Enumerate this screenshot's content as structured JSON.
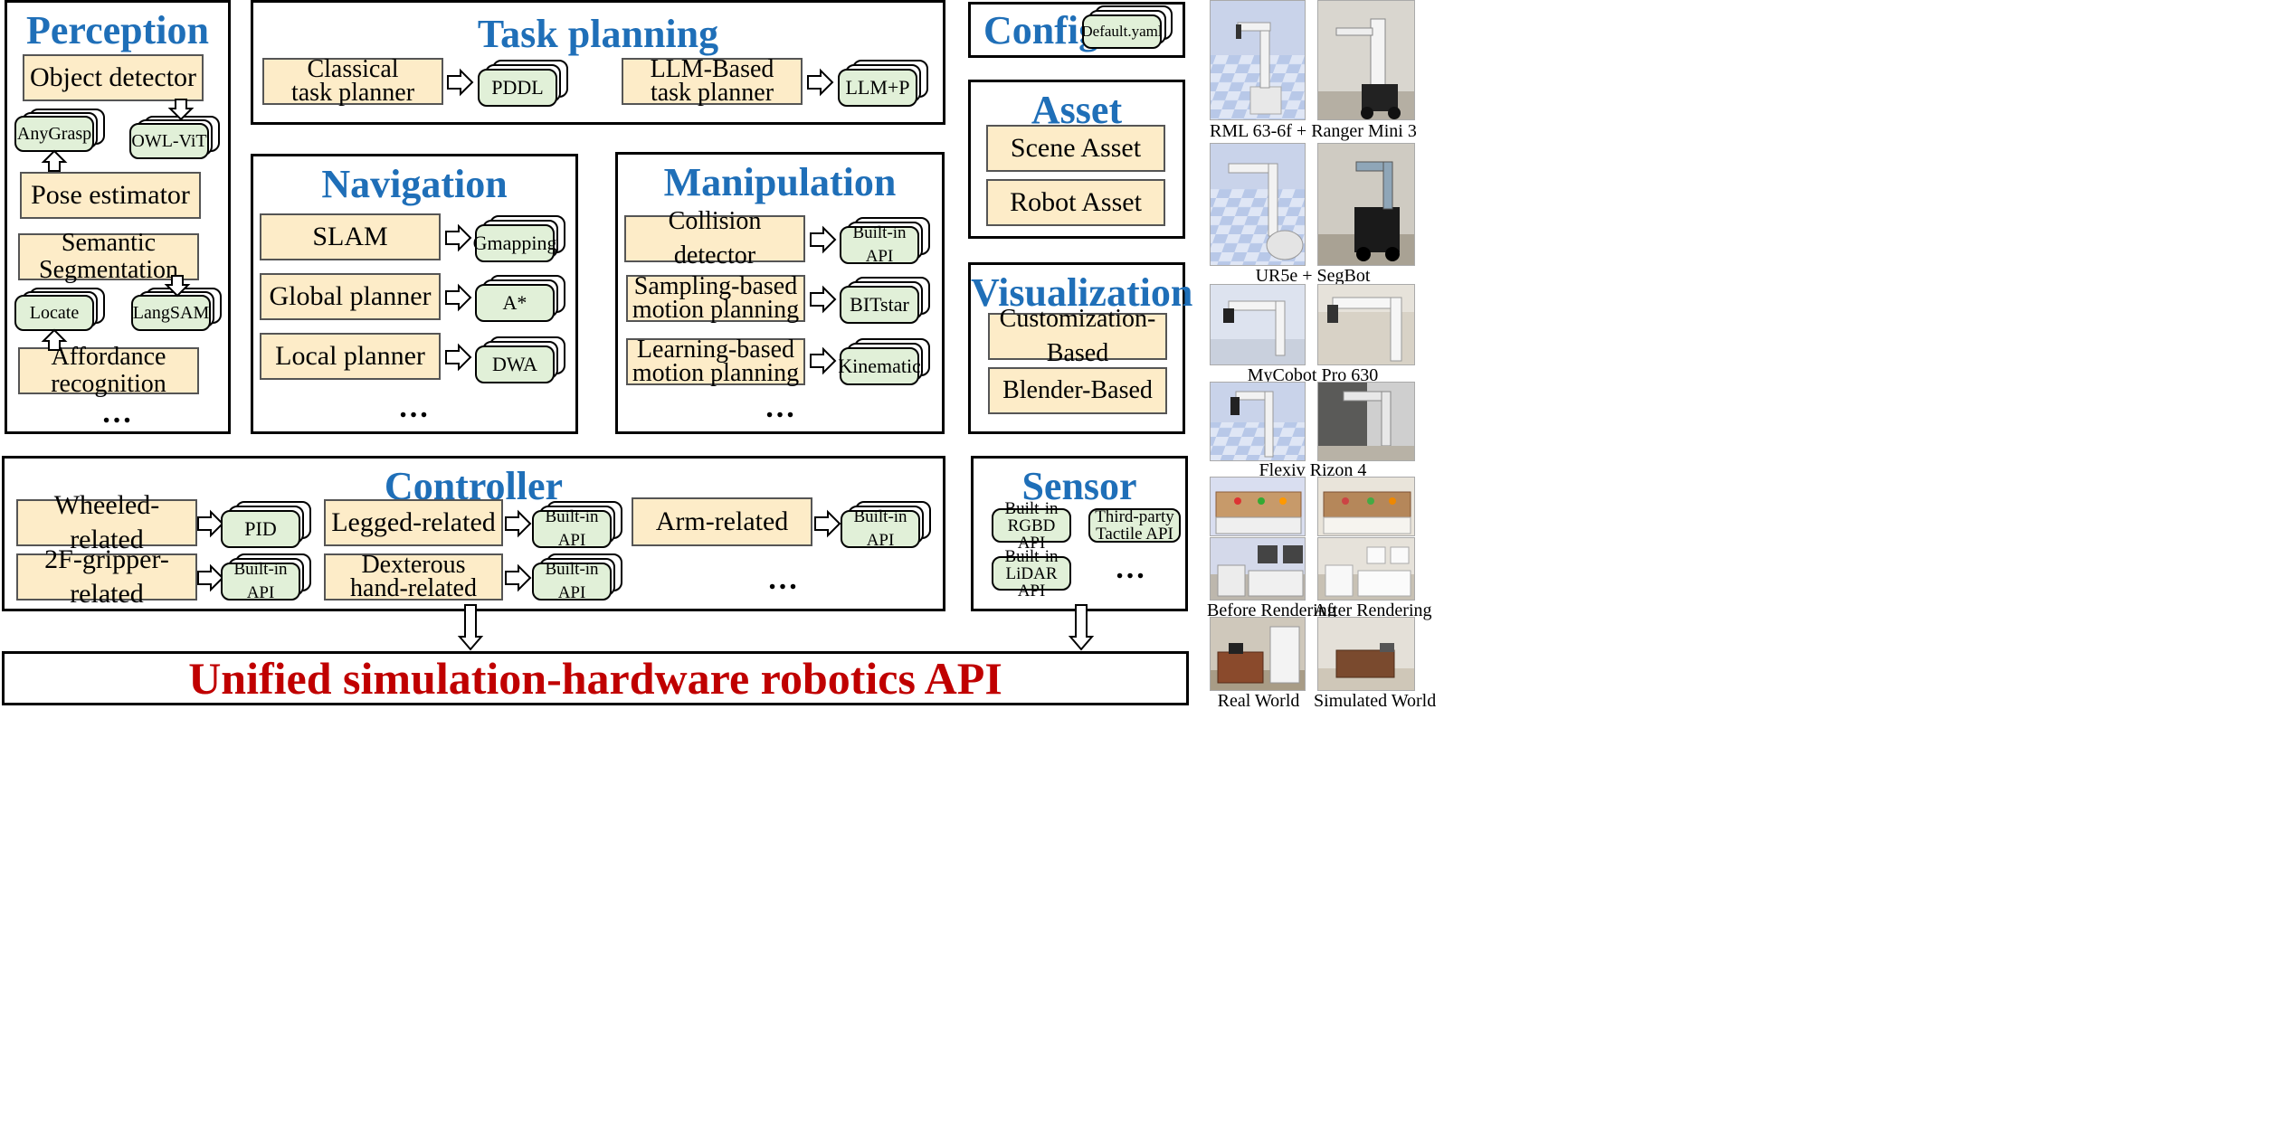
{
  "perception": {
    "title": "Perception",
    "object_detector": "Object detector",
    "anygrasp": "AnyGrasp",
    "owl_vit": "OWL-ViT",
    "pose_estimator": "Pose estimator",
    "semantic_segmentation": "Semantic\nSegmentation",
    "locate": "Locate",
    "langsam": "LangSAM",
    "affordance": "Affordance\nrecognition",
    "more": "…"
  },
  "task_planning": {
    "title": "Task planning",
    "classical": "Classical\ntask planner",
    "pddl": "PDDL",
    "llm_based": "LLM-Based\ntask planner",
    "llm_p": "LLM+P"
  },
  "navigation": {
    "title": "Navigation",
    "slam": "SLAM",
    "gmapping": "Gmapping",
    "global": "Global planner",
    "astar": "A*",
    "local": "Local planner",
    "dwa": "DWA",
    "more": "…"
  },
  "manipulation": {
    "title": "Manipulation",
    "collision": "Collision detector",
    "builtin": "Built-in API",
    "sampling": "Sampling-based\nmotion planning",
    "bitstar": "BITstar",
    "learning": "Learning-based\nmotion planning",
    "kinematic": "Kinematic",
    "more": "…"
  },
  "config": {
    "title": "Config",
    "file": "Default.yaml"
  },
  "asset": {
    "title": "Asset",
    "scene": "Scene Asset",
    "robot": "Robot Asset"
  },
  "visualization": {
    "title": "Visualization",
    "custom": "Customization-Based",
    "blender": "Blender-Based"
  },
  "controller": {
    "title": "Controller",
    "wheeled": "Wheeled-related",
    "pid": "PID",
    "legged": "Legged-related",
    "legged_api": "Built-in API",
    "arm": "Arm-related",
    "arm_api": "Built-in API",
    "gripper": "2F-gripper-related",
    "gripper_api": "Built-in API",
    "dexterous": "Dexterous\nhand-related",
    "dexterous_api": "Built-in API",
    "more": "…"
  },
  "sensor": {
    "title": "Sensor",
    "rgbd": "Built-in\nRGBD API",
    "tactile": "Third-party\nTactile API",
    "lidar": "Built-in\nLiDAR API",
    "more": "…"
  },
  "banner": "Unified simulation-hardware robotics API",
  "gallery": {
    "cap1": "RML 63-6f + Ranger Mini 3",
    "cap2": "UR5e + SegBot",
    "cap3": "MyCobot Pro 630",
    "cap4": "Flexiv Rizon 4",
    "cap5a": "Before Rendering",
    "cap5b": "After Rendering",
    "cap6a": "Real World",
    "cap6b": "Simulated World"
  },
  "colors": {
    "title_blue": "#1f6fb8",
    "banner_red": "#c00000",
    "yellow_box": "#fdecc8",
    "green_box": "#e1f0d8"
  }
}
